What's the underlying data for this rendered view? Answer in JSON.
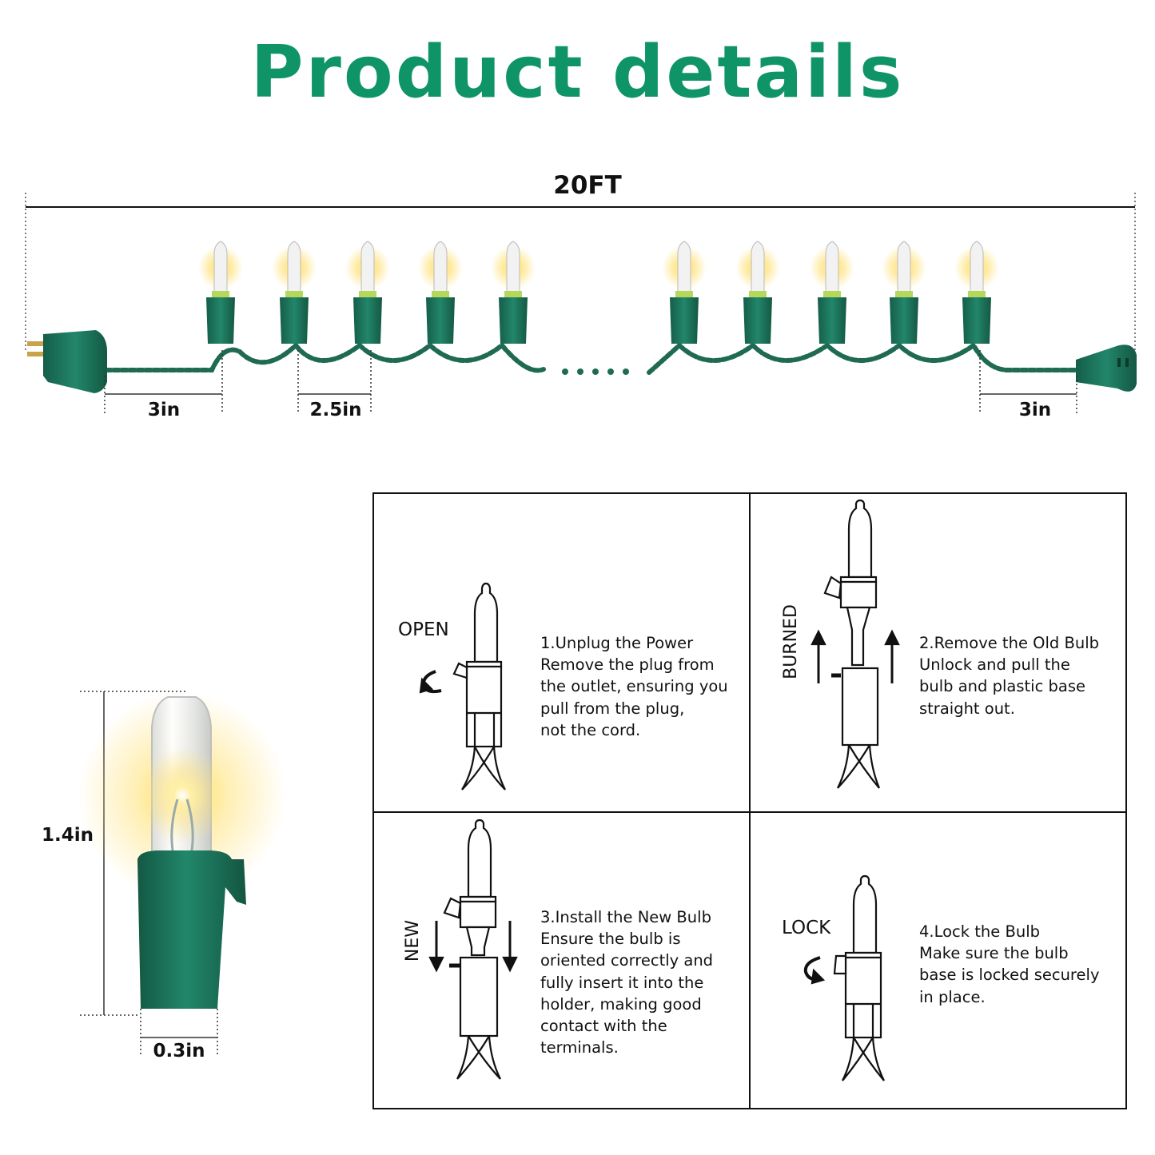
{
  "title": "Product details",
  "dimensions": {
    "total_length": "20FT",
    "lead_left": "3in",
    "bulb_spacing": "2.5in",
    "lead_right": "3in",
    "bulb_height": "1.4in",
    "bulb_width": "0.3in"
  },
  "colors": {
    "title": "#0f9468",
    "wire": "#1f6a52",
    "socket": "#1b7a5e",
    "glow": "#ffe27a"
  },
  "steps": [
    {
      "tag": "OPEN",
      "title": "1.Unplug the Power",
      "lines": [
        "Remove the plug from",
        "the outlet, ensuring you",
        "pull from the plug,",
        "not the cord."
      ]
    },
    {
      "tag": "BURNED",
      "title": "2.Remove the Old Bulb",
      "lines": [
        "Unlock and pull the",
        "bulb and plastic base",
        "straight out."
      ]
    },
    {
      "tag": "NEW",
      "title": "3.Install the New Bulb",
      "lines": [
        "Ensure the bulb is",
        "oriented correctly and",
        "fully insert it into the",
        "holder, making good",
        "contact with the",
        "terminals."
      ]
    },
    {
      "tag": "LOCK",
      "title": "4.Lock the Bulb",
      "lines": [
        "Make sure the bulb",
        "base is locked securely",
        "in place."
      ]
    }
  ]
}
